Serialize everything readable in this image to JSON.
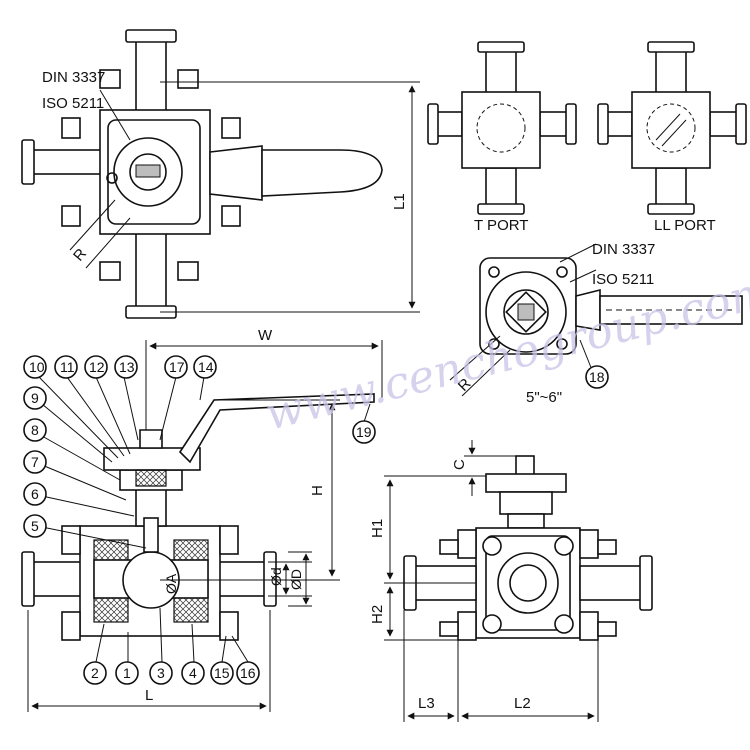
{
  "standards": {
    "din": "DIN 3337",
    "iso": "ISO 5211"
  },
  "views": {
    "t_port": "T PORT",
    "ll_port": "LL PORT"
  },
  "dimensions": {
    "L1": "L1",
    "W": "W",
    "H": "H",
    "H1": "H1",
    "H2": "H2",
    "C": "C",
    "L": "L",
    "L2": "L2",
    "L3": "L3",
    "R": "R",
    "d": "Ød",
    "D": "ØD",
    "A": "ØA",
    "angle": "5\"~6\""
  },
  "callouts": [
    "1",
    "2",
    "3",
    "4",
    "5",
    "6",
    "7",
    "8",
    "9",
    "10",
    "11",
    "12",
    "13",
    "14",
    "15",
    "16",
    "17",
    "18",
    "19"
  ],
  "watermark": "www.cenchogroup.com"
}
